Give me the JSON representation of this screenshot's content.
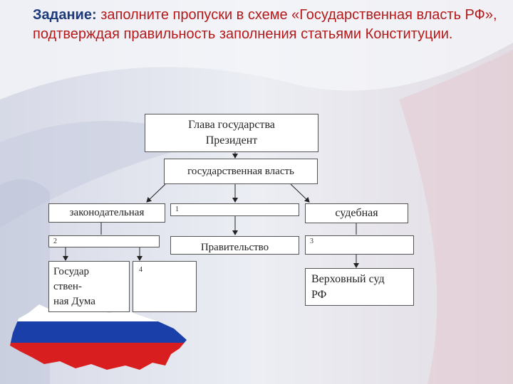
{
  "task": {
    "label": "Задание:",
    "text": " заполните пропуски в  схеме «Государственная власть РФ», подтверждая правильность заполнения статьями Конституции."
  },
  "diagram": {
    "head_line1": "Глава государства",
    "head_line2": "Президент",
    "power": "государственная власть",
    "legislative": "законодательная",
    "blank1": "1",
    "judicial": "судебная",
    "blank2": "2",
    "government": "Правительство",
    "blank3": "3",
    "duma_line1": "Государ",
    "duma_line2": "ствен-",
    "duma_line3": "ная Дума",
    "blank4": "4",
    "court_line1": "Верховный суд",
    "court_line2": "РФ"
  },
  "colors": {
    "title": "#b41919",
    "label": "#1c3a7a",
    "flag_white": "#ffffff",
    "flag_blue": "#1b3fa8",
    "flag_red": "#d81e1e"
  }
}
